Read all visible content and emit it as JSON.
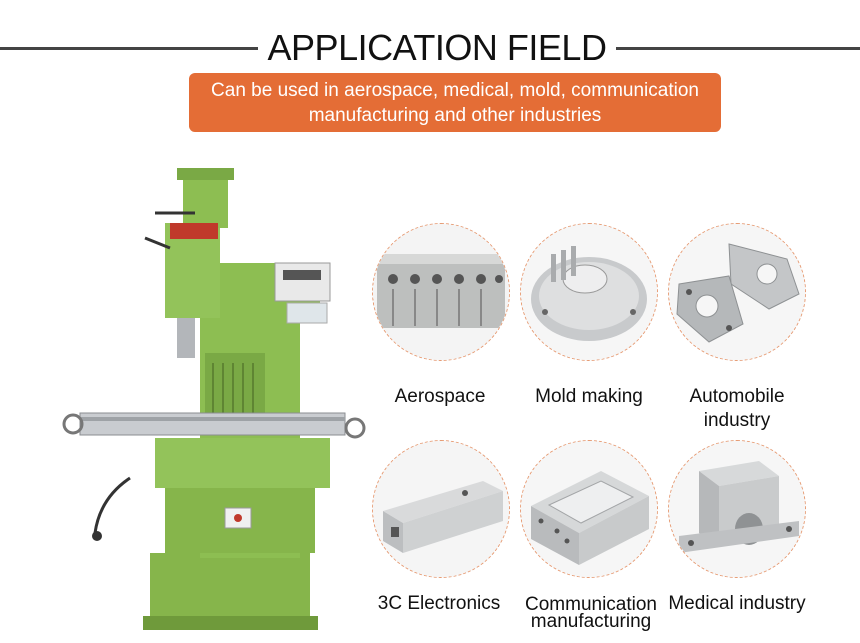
{
  "header": {
    "title": "APPLICATION FIELD",
    "subtitle_line1": "Can be used in aerospace, medical, mold, communication",
    "subtitle_line2": "manufacturing and other industries"
  },
  "colors": {
    "banner": "#e46d36",
    "circle_border": "#e69a72",
    "machine_green": "#8dbe52"
  },
  "fields": [
    {
      "name": "Aerospace"
    },
    {
      "name": "Mold making"
    },
    {
      "name_line1": "Automobile",
      "name_line2": "industry"
    },
    {
      "name": "3C Electronics"
    },
    {
      "name_line1": "Communication",
      "name_line2": "manufacturing"
    },
    {
      "name": "Medical industry"
    }
  ]
}
